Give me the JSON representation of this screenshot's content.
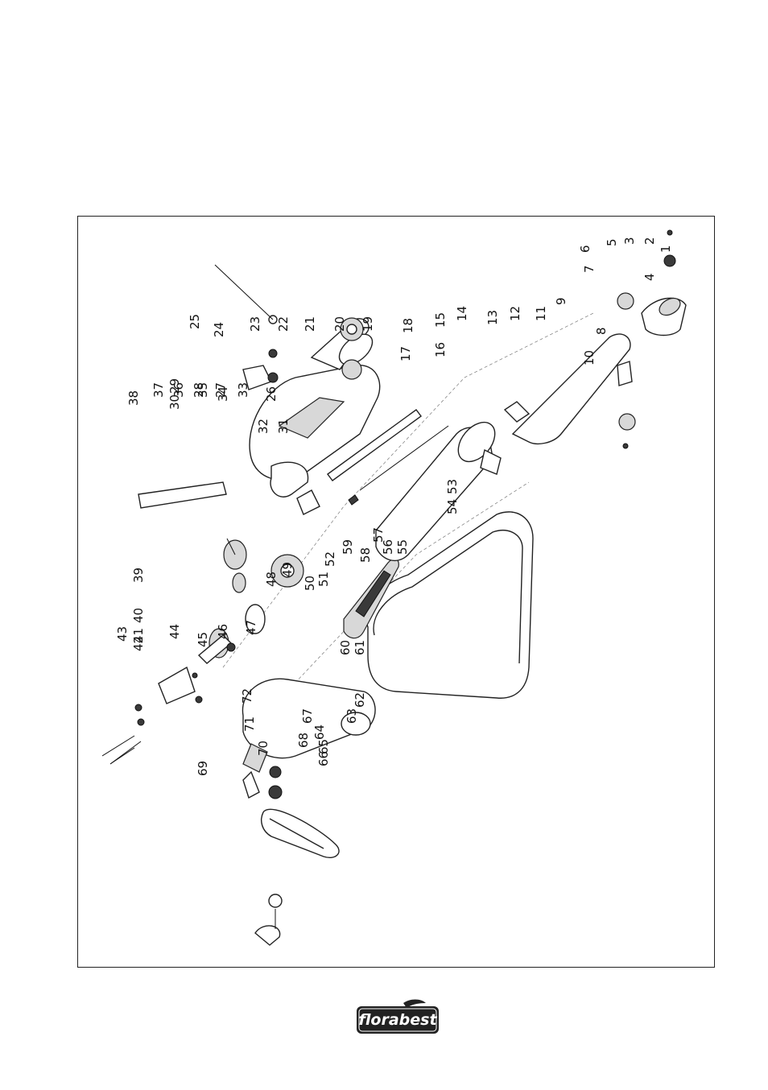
{
  "brand": {
    "logo_text": "florabest"
  },
  "diagram": {
    "part_numbers": [
      "1",
      "2",
      "3",
      "4",
      "5",
      "6",
      "7",
      "8",
      "9",
      "10",
      "11",
      "12",
      "13",
      "14",
      "15",
      "16",
      "17",
      "18",
      "19",
      "20",
      "21",
      "22",
      "23",
      "24",
      "25",
      "26",
      "27",
      "28",
      "29",
      "30",
      "31",
      "32",
      "33",
      "34",
      "35",
      "36",
      "37",
      "38",
      "39",
      "40",
      "41",
      "42",
      "43",
      "44",
      "45",
      "46",
      "47",
      "48",
      "49",
      "50",
      "51",
      "52",
      "53",
      "54",
      "55",
      "56",
      "57",
      "58",
      "59",
      "60",
      "61",
      "62",
      "63",
      "64",
      "65",
      "66",
      "67",
      "68",
      "69",
      "70",
      "71",
      "72"
    ]
  }
}
